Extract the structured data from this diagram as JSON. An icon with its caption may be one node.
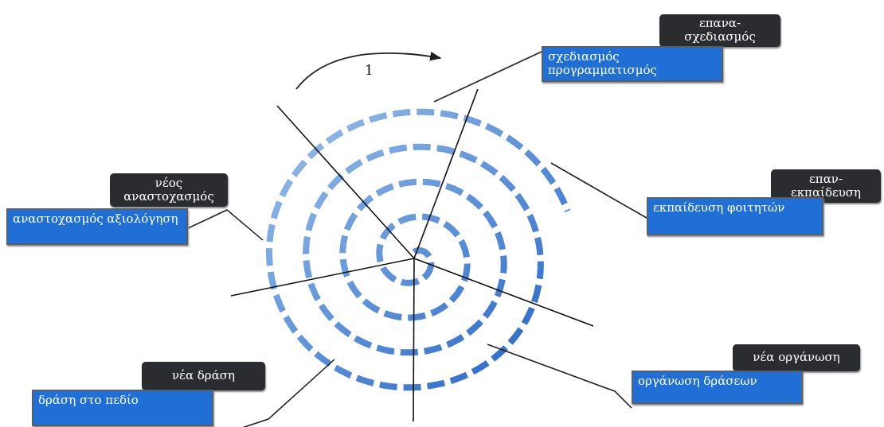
{
  "diagram": {
    "nodes": [
      {
        "text": [
          "επανα- σχεδιασμός"
        ]
      },
      {
        "text": [
          "σχεδιασμός προγραμματισμός"
        ]
      },
      {
        "text": [
          "νέος αναστοχασμός"
        ]
      },
      {
        "text": [
          "επαν- εκπαίδευση"
        ]
      },
      {
        "text": [
          "αναστοχασμός αξιολόγηση"
        ]
      },
      {
        "text": [
          "εκπαίδευση φοιτητών"
        ]
      },
      {
        "text": [
          "νέα οργάνωση"
        ]
      },
      {
        "text": [
          "νέα δράση"
        ]
      },
      {
        "text": [
          "οργάνωση δράσεων"
        ]
      },
      {
        "text": [
          "δράση στο πεδίο"
        ]
      }
    ],
    "edges": [
      {
        "from": 1,
        "to": null,
        "arrow": "none"
      },
      {
        "from": 5,
        "to": null,
        "arrow": "none"
      },
      {
        "from": 4,
        "to": null,
        "arrow": "none"
      },
      {
        "from": 9,
        "to": null,
        "arrow": "none"
      },
      {
        "from": 8,
        "to": null,
        "arrow": "none"
      }
    ],
    "labels": [
      "1"
    ]
  }
}
